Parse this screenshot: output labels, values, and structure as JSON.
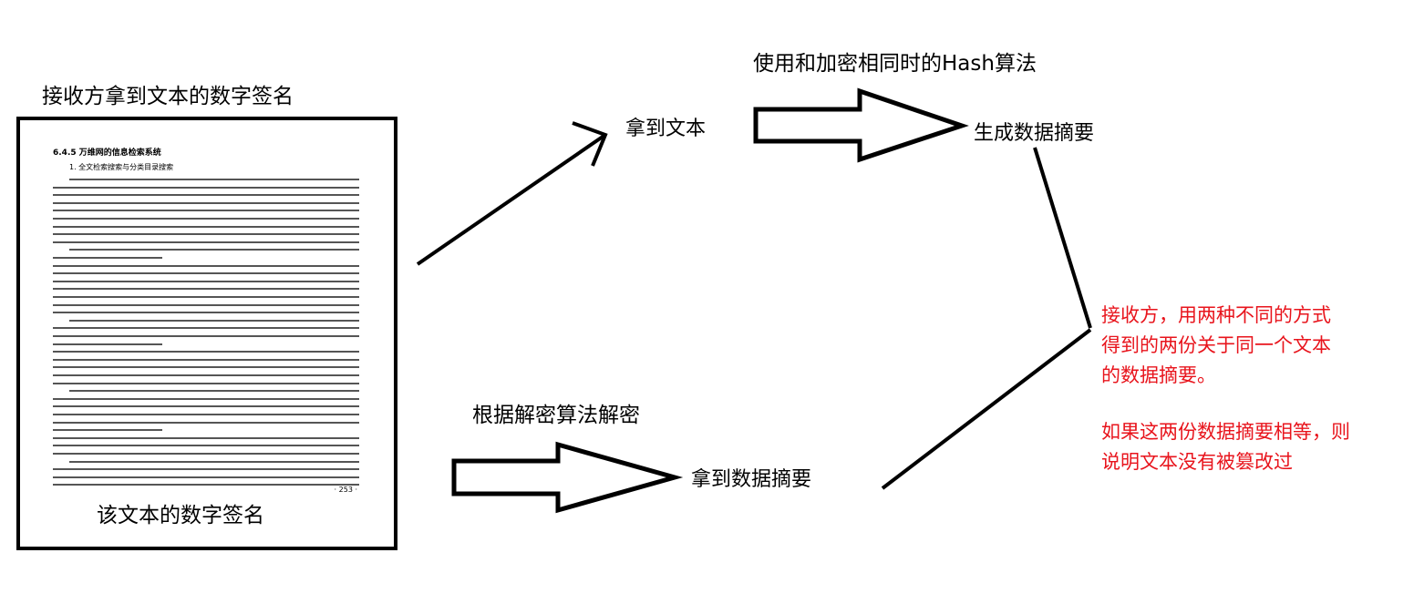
{
  "title_receiver": "接收方拿到文本的数字签名",
  "hash_note": "使用和加密相同时的Hash算法",
  "get_text": "拿到文本",
  "generate_digest": "生成数据摘要",
  "decrypt_note": "根据解密算法解密",
  "get_digest": "拿到数据摘要",
  "signature_caption": "该文本的数字签名",
  "explanation_1": "接收方，用两种不同的方式\n得到的两份关于同一个文本\n的数据摘要。",
  "explanation_2": "如果这两份数据摘要相等，则\n说明文本没有被篡改过",
  "document": {
    "header": "6.4.5  万维网的信息检索系统",
    "subheader": "1. 全文检索搜索与分类目录搜索",
    "page_number": "· 253 ·"
  },
  "colors": {
    "text": "#000000",
    "highlight": "#e8141c"
  }
}
